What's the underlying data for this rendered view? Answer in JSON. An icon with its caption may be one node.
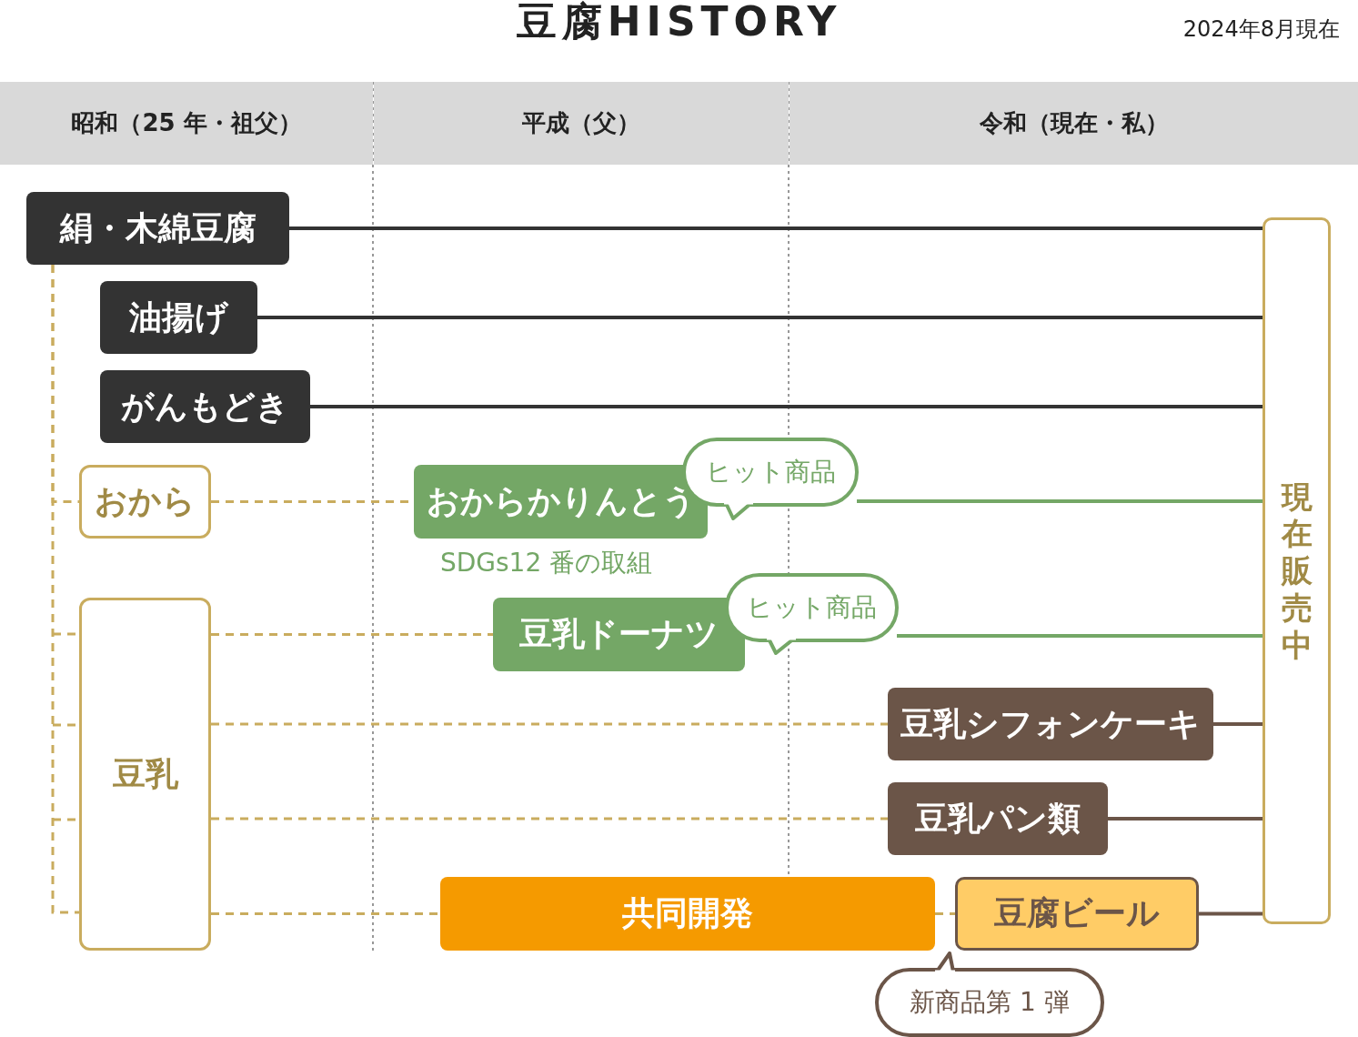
{
  "diagram": {
    "title": "豆腐HISTORY",
    "nodes": [
      {
        "text": [
          "昭和（25 年・祖父）"
        ]
      },
      {
        "text": [
          "平成（父）"
        ]
      },
      {
        "text": [
          "令和（現在・私）"
        ]
      },
      {
        "text": [
          "絹・木綿豆腐"
        ]
      },
      {
        "text": [
          "油揚げ"
        ]
      },
      {
        "text": [
          "がんもどき"
        ]
      },
      {
        "text": [
          "おから"
        ]
      },
      {
        "text": [
          "おからかりんとう"
        ],
        "beside": [
          "SDGs12 番の取組"
        ]
      },
      {
        "text": [
          "ヒット商品"
        ]
      },
      {
        "text": [
          "豆乳"
        ]
      },
      {
        "text": [
          "豆乳ドーナツ"
        ]
      },
      {
        "text": [
          "ヒット商品"
        ]
      },
      {
        "text": [
          "豆乳シフォンケーキ"
        ]
      },
      {
        "text": [
          "豆乳パン類"
        ]
      },
      {
        "text": [
          "共同開発"
        ]
      },
      {
        "text": [
          "豆腐ビール"
        ]
      },
      {
        "text": [
          "新商品第 1 弾"
        ]
      },
      {
        "text": [
          "現在販売中"
        ]
      }
    ],
    "edges": [
      {
        "from": 3,
        "to": 17,
        "arrow": "none",
        "color": "#333333"
      },
      {
        "from": 4,
        "to": 17,
        "arrow": "none",
        "color": "#333333"
      },
      {
        "from": 5,
        "to": 17,
        "arrow": "none",
        "color": "#333333"
      },
      {
        "from": 3,
        "to": 6,
        "arrow": "none",
        "style": "dashed",
        "color": "#c9ac5e"
      },
      {
        "from": 3,
        "to": 9,
        "arrow": "none",
        "style": "dashed",
        "color": "#c9ac5e"
      },
      {
        "from": 6,
        "to": 7,
        "arrow": "none",
        "style": "dashed",
        "color": "#c9ac5e"
      },
      {
        "from": 9,
        "to": 10,
        "arrow": "none",
        "style": "dashed",
        "color": "#c9ac5e"
      },
      {
        "from": 9,
        "to": 12,
        "arrow": "none",
        "style": "dashed",
        "color": "#c9ac5e"
      },
      {
        "from": 9,
        "to": 13,
        "arrow": "none",
        "style": "dashed",
        "color": "#c9ac5e"
      },
      {
        "from": 9,
        "to": 14,
        "arrow": "none",
        "style": "dashed",
        "color": "#c9ac5e"
      },
      {
        "from": 14,
        "to": 15,
        "arrow": "none",
        "style": "dashed",
        "color": "#c9ac5e"
      },
      {
        "from": 8,
        "to": 17,
        "arrow": "none",
        "color": "#74a766"
      },
      {
        "from": 11,
        "to": 17,
        "arrow": "none",
        "color": "#74a766"
      },
      {
        "from": 12,
        "to": 17,
        "arrow": "none",
        "color": "#6b5548"
      },
      {
        "from": 13,
        "to": 17,
        "arrow": "none",
        "color": "#6b5548"
      },
      {
        "from": 15,
        "to": 17,
        "arrow": "none",
        "color": "#6b5548"
      }
    ],
    "labels": [
      "2024年8月現在"
    ]
  }
}
